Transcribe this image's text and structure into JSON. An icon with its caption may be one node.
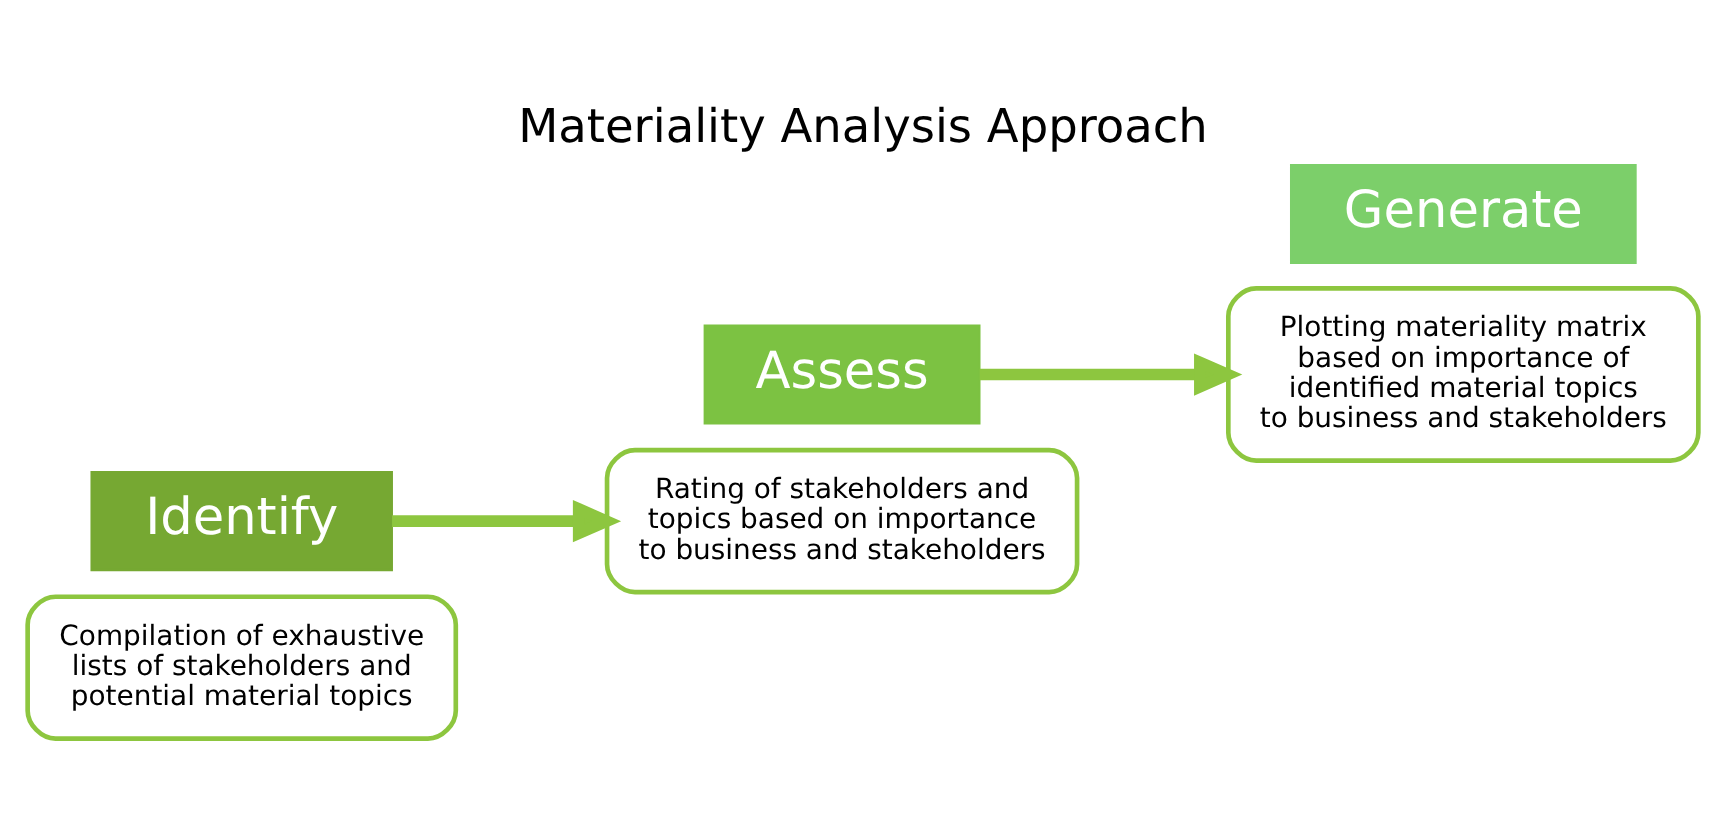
{
  "diagram": {
    "title": "Materiality Analysis Approach",
    "nodes": [
      {
        "text": [
          "Compilation of exhaustive lists of stakeholders and potential material topics"
        ]
      },
      {
        "text": [
          "Identify"
        ]
      },
      {
        "text": [
          "Assess"
        ]
      },
      {
        "text": [
          "Rating of stakeholders and topics based on importance to business and stakeholders"
        ]
      },
      {
        "text": [
          "Plotting materiality matrix based on importance of identified material topics to business and stakeholders"
        ]
      },
      {
        "text": [
          "Generate"
        ]
      }
    ],
    "edges": [
      {
        "from": 1,
        "to": 3,
        "arrow": "to"
      },
      {
        "from": 2,
        "to": 4,
        "arrow": "to"
      }
    ]
  }
}
